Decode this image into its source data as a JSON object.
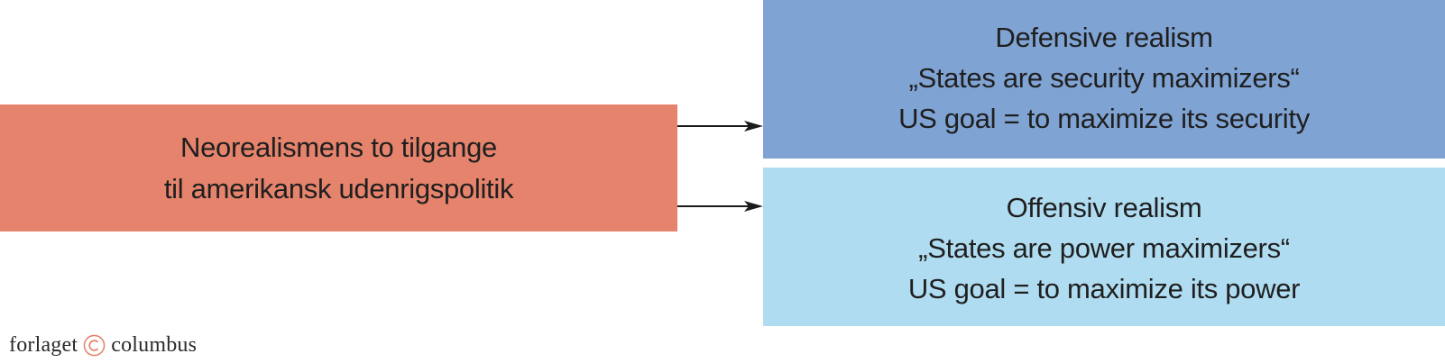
{
  "colors": {
    "main_box": "#e5836c",
    "defensive_box": "#7fa3d3",
    "offensive_box": "#b0dcf1",
    "arrow": "#1a1a1a",
    "logo_mark": "#e5836c"
  },
  "main": {
    "line1": "Neorealismens to tilgange",
    "line2": "til amerikansk udenrigspolitik"
  },
  "defensive": {
    "title": "Defensive realism",
    "quote": "„States are security maximizers“",
    "goal": "US goal = to maximize its security"
  },
  "offensive": {
    "title": "Offensiv realism",
    "quote": "„States are power maximizers“",
    "goal": "US goal = to maximize its power"
  },
  "footer": {
    "publisher_left": "forlaget",
    "publisher_right": "columbus"
  }
}
